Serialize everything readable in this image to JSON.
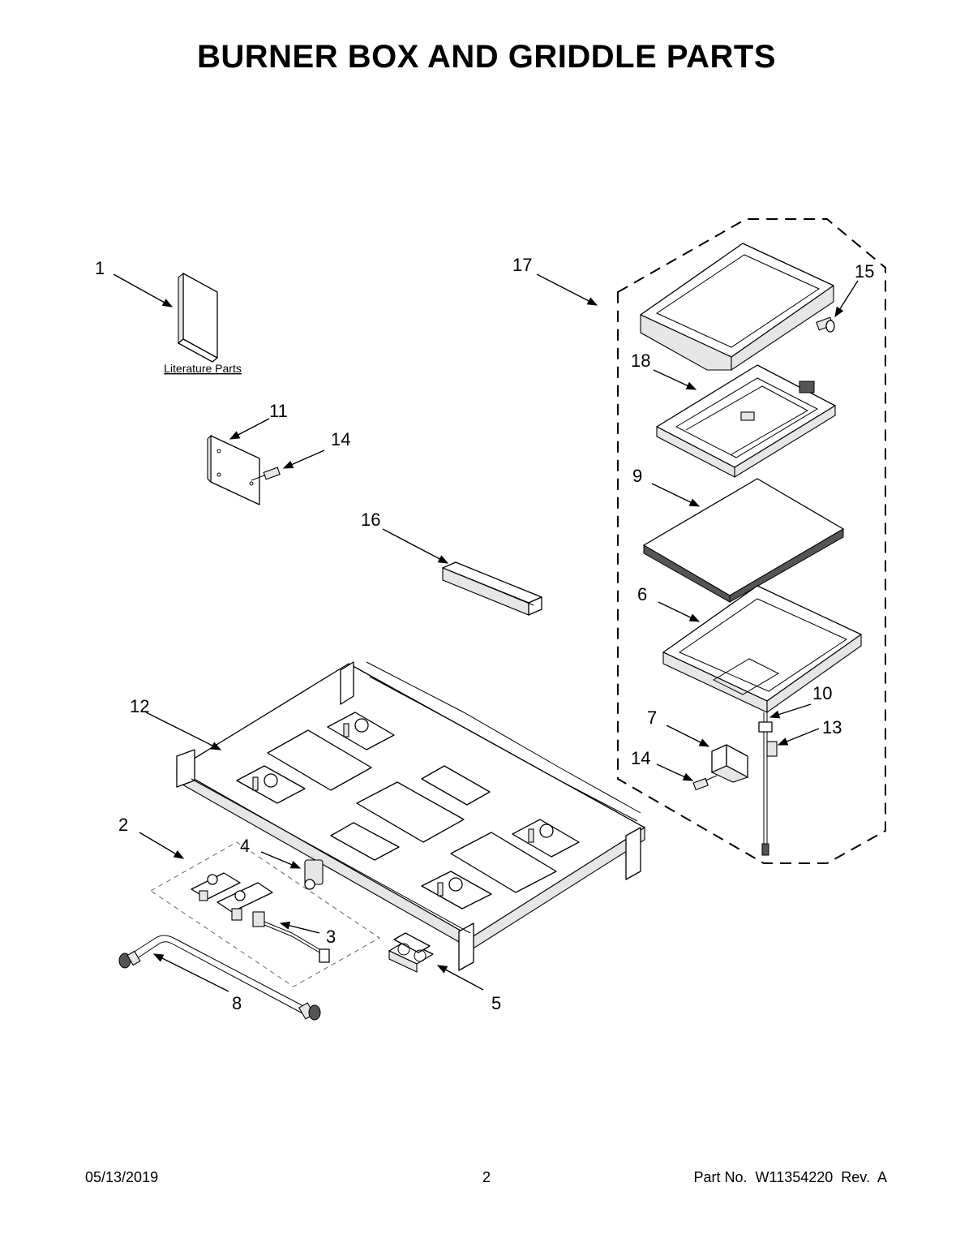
{
  "title": "BURNER BOX AND GRIDDLE PARTS",
  "literature_label": "Literature Parts",
  "callouts": {
    "c1": "1",
    "c2": "2",
    "c3": "3",
    "c4": "4",
    "c5": "5",
    "c6": "6",
    "c7": "7",
    "c8": "8",
    "c9": "9",
    "c10": "10",
    "c11": "11",
    "c12": "12",
    "c13": "13",
    "c14a": "14",
    "c14b": "14",
    "c15": "15",
    "c16": "16",
    "c17": "17",
    "c18": "18"
  },
  "footer": {
    "date": "05/13/2019",
    "page": "2",
    "part_number": "Part No.  W11354220  Rev.  A"
  }
}
